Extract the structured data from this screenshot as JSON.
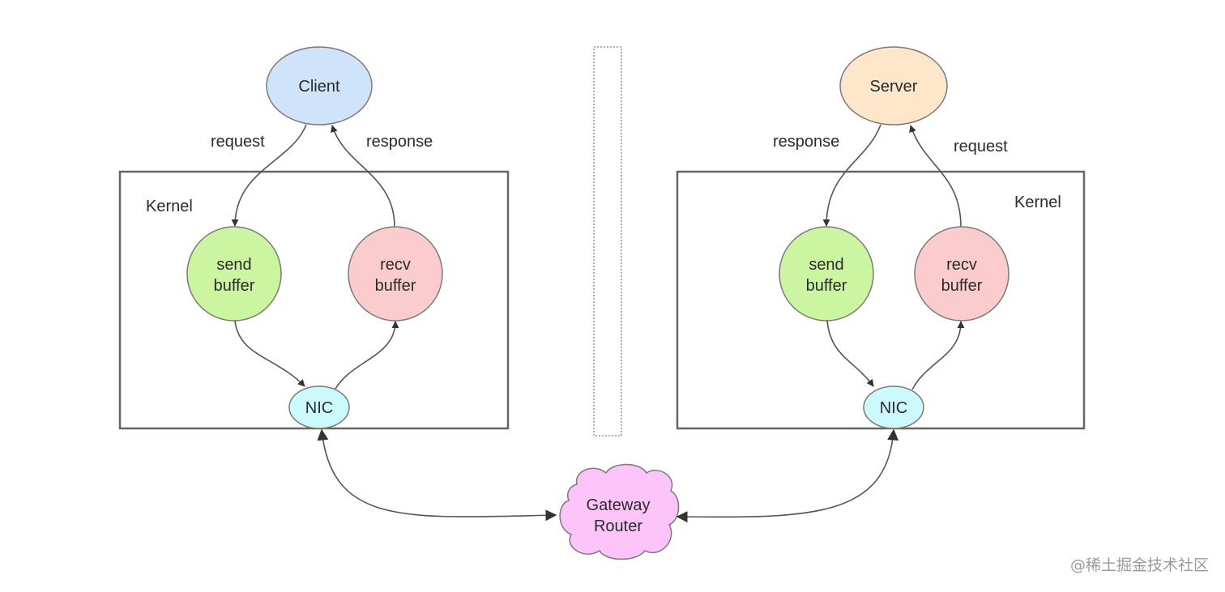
{
  "client": {
    "label": "Client",
    "color": "#cfe3fb"
  },
  "server": {
    "label": "Server",
    "color": "#fde6c9"
  },
  "left": {
    "kernel_label": "Kernel",
    "request_label": "request",
    "response_label": "response",
    "send_buffer": [
      "send",
      "buffer"
    ],
    "recv_buffer": [
      "recv",
      "buffer"
    ],
    "nic": "NIC"
  },
  "right": {
    "kernel_label": "Kernel",
    "request_label": "request",
    "response_label": "response",
    "send_buffer": [
      "send",
      "buffer"
    ],
    "recv_buffer": [
      "recv",
      "buffer"
    ],
    "nic": "NIC"
  },
  "gateway": {
    "label": [
      "Gateway",
      "Router"
    ],
    "color": "#fcc4f8"
  },
  "colors": {
    "send_buffer": "#ccf5a1",
    "recv_buffer": "#fbcccd",
    "nic": "#ccfafc",
    "node_stroke": "#7a7a7a",
    "edge": "#555555"
  },
  "watermark": "@稀土掘金技术社区"
}
